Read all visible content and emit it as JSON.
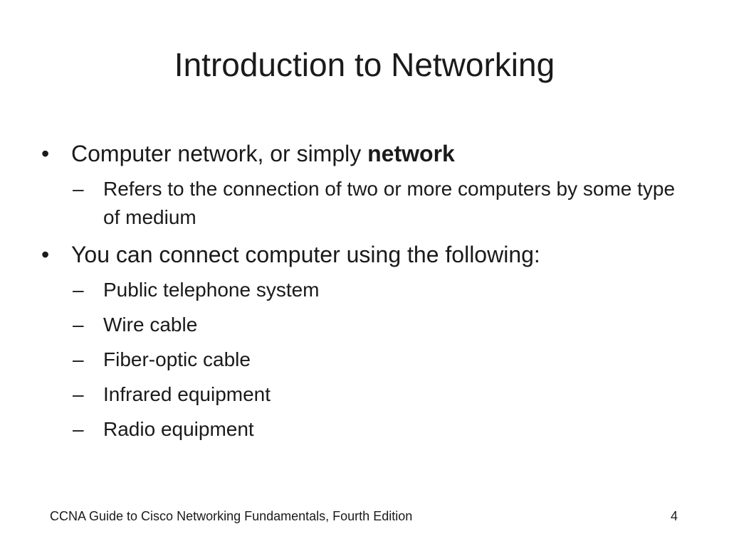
{
  "slide": {
    "title": "Introduction to Networking",
    "bullets": [
      {
        "text_plain": "Computer network, or simply ",
        "text_bold": "network",
        "subitems": [
          "Refers to the connection of two or more computers by some type of medium"
        ]
      },
      {
        "text_plain": "You can connect computer using the following:",
        "text_bold": "",
        "subitems": [
          "Public telephone system",
          "Wire cable",
          "Fiber-optic cable",
          "Infrared equipment",
          "Radio equipment"
        ]
      }
    ],
    "bullet_glyph": "•",
    "dash_glyph": "–",
    "footer_text": "CCNA Guide to Cisco Networking Fundamentals, Fourth Edition",
    "page_number": "4"
  }
}
